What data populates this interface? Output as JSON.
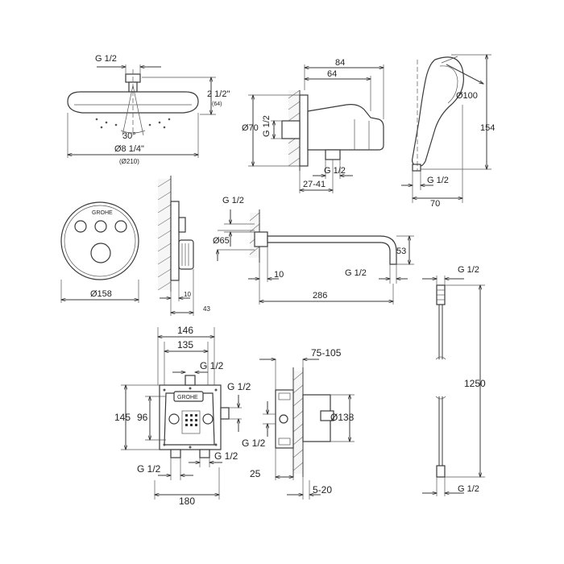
{
  "diagram": {
    "shower_head": {
      "thread": "G 1/2",
      "height_in": "2 1/2\"",
      "height_mm": "(64)",
      "angle": "30°",
      "diameter_in": "Ø8 1/4\"",
      "diameter_mm": "(Ø210)"
    },
    "wall_outlet": {
      "depth_total": "84",
      "depth_inner": "64",
      "flange_diameter": "Ø70",
      "thread_side": "G 1/2",
      "thread_bottom": "G 1/2",
      "projection_range": "27-41"
    },
    "hand_shower": {
      "head_diameter": "Ø100",
      "length": "154",
      "thread": "G 1/2",
      "width": "70"
    },
    "control_panel": {
      "brand": "GROHE",
      "diameter": "Ø158",
      "depth_a": "10",
      "depth_b": "43"
    },
    "bath_spout": {
      "thread_top": "G 1/2",
      "flange_diameter": "Ø65",
      "wall_gap": "10",
      "length": "286",
      "height": "53",
      "thread_bottom": "G 1/2"
    },
    "hose": {
      "thread_top": "G 1/2",
      "length": "1250",
      "thread_bottom": "G 1/2"
    },
    "concealed_body": {
      "width_outer": "146",
      "width_inner": "135",
      "height_outer": "145",
      "height_inner": "96",
      "bottom_width": "180",
      "thread_top": "G 1/2",
      "thread_right": "G 1/2",
      "thread_bottom_left": "G 1/2",
      "thread_bottom_right": "G 1/2"
    },
    "concealed_side": {
      "install_depth": "75-105",
      "diameter": "Ø138",
      "thread_left": "G 1/2",
      "depth_bottom": "25",
      "tile_range": "5-20"
    }
  }
}
